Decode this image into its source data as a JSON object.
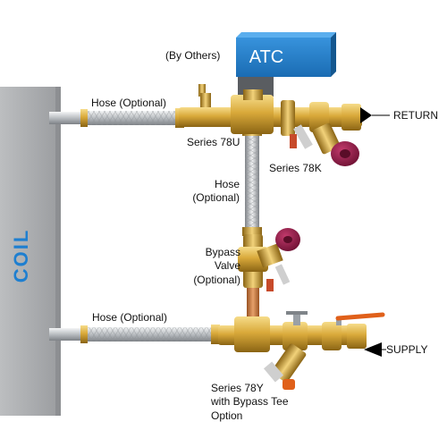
{
  "diagram": {
    "coil_label": "COIL",
    "actuator_label": "ATC",
    "by_others": "(By Others)",
    "hose_top": "Hose (Optional)",
    "hose_mid_line1": "Hose",
    "hose_mid_line2": "(Optional)",
    "hose_bottom": "Hose (Optional)",
    "series_78u": "Series 78U",
    "series_78k": "Series 78K",
    "bypass_line1": "Bypass",
    "bypass_line2": "Valve",
    "bypass_line3": "(Optional)",
    "series_78y_line1": "Series 78Y",
    "series_78y_line2": "with Bypass Tee",
    "series_78y_line3": "Option",
    "return_label": "RETURN",
    "supply_label": "SUPPLY"
  },
  "colors": {
    "coil": "#a7a9ac",
    "actuator": "#1e7fd0",
    "brass": "#d9a93a",
    "handle": "#9c1e4c",
    "hose": "#c8ccd0",
    "copper": "#c97a3b",
    "lever": "#e0601a"
  }
}
